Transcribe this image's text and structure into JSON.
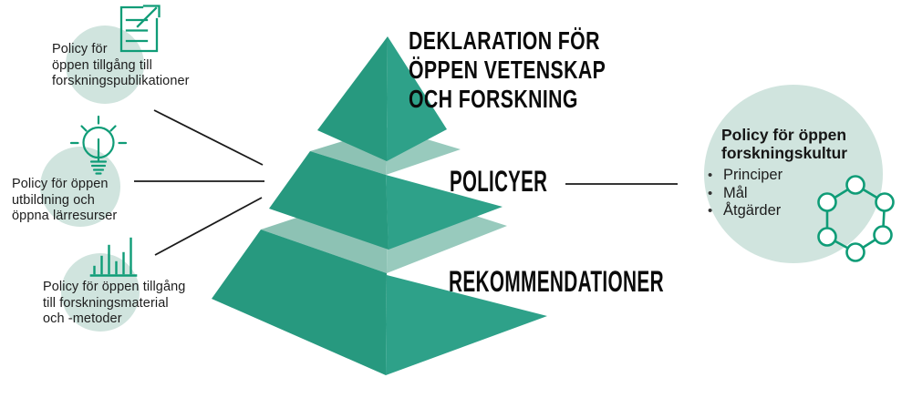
{
  "left_items": [
    {
      "icon": "document-export-icon",
      "label": "Policy för\nöppen tillgång till\nforskningspublikationer"
    },
    {
      "icon": "lightbulb-icon",
      "label": "Policy för öppen\nutbildning och\nöppna lärresurser"
    },
    {
      "icon": "bar-chart-icon",
      "label": "Policy för öppen tillgång\ntill forskningsmaterial\noch -metoder"
    }
  ],
  "pyramid": {
    "top_label": "DEKLARATION FÖR\nÖPPEN VETENSKAP\nOCH FORSKNING",
    "middle_label": "POLICYER",
    "bottom_label": "REKOMMENDATIONER"
  },
  "right_card": {
    "icon": "network-icon",
    "title": "Policy för öppen\nforskningskultur",
    "bullets": [
      "Principer",
      "Mål",
      "Åtgärder"
    ]
  },
  "colors": {
    "pyramid_face_left": "#27997f",
    "pyramid_face_right": "#2ea189",
    "pyramid_band_left": "#8dc2b4",
    "pyramid_band_right": "#98cabd",
    "circle_background": "#d0e4de",
    "icon_stroke": "#0f9c77",
    "connector_line": "#1a1a1a",
    "text": "#1d1d1d"
  }
}
